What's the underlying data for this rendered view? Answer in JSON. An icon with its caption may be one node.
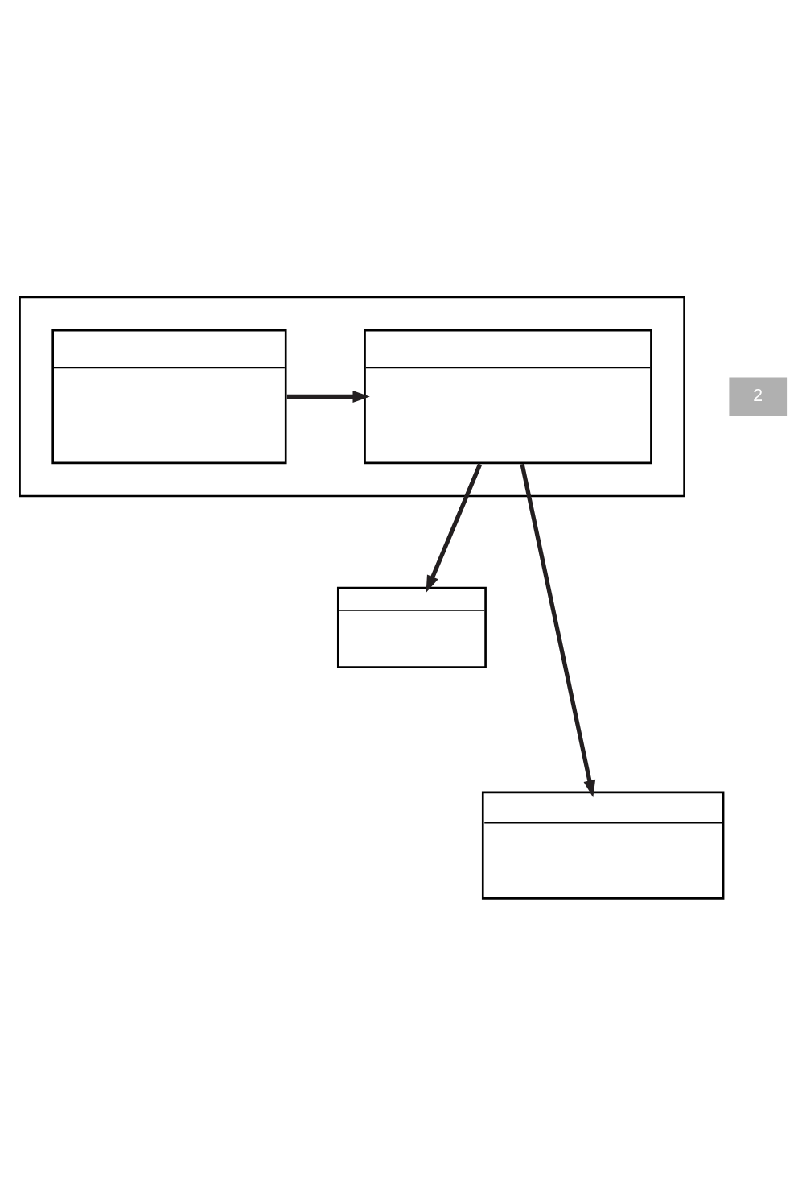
{
  "diagram": {
    "nodes": [
      {
        "text": [],
        "shape": "box"
      },
      {
        "text": [],
        "shape": "box",
        "in": 0
      },
      {
        "text": [],
        "shape": "box",
        "in": 0
      },
      {
        "text": [],
        "shape": "box"
      },
      {
        "text": [],
        "shape": "box"
      }
    ],
    "edges": [
      {
        "from": 1,
        "to": 2,
        "arrow": "to"
      },
      {
        "from": 2,
        "to": 3,
        "arrow": "to"
      },
      {
        "from": 2,
        "to": 4,
        "arrow": "to"
      }
    ],
    "labels": [
      "2"
    ]
  }
}
